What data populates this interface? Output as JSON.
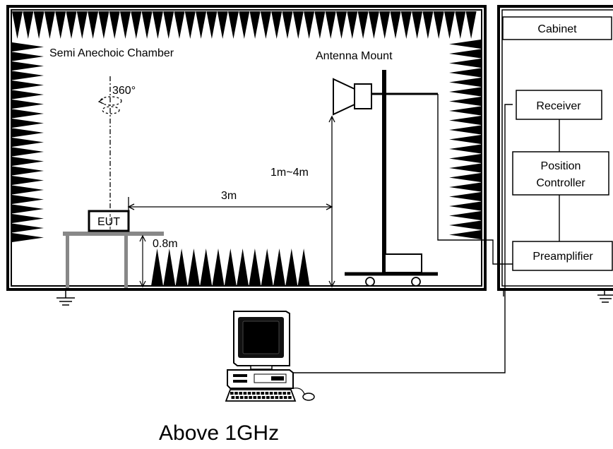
{
  "chamber": {
    "label": "Semi Anechoic Chamber"
  },
  "antenna": {
    "label": "Antenna Mount",
    "height_range": "1m~4m"
  },
  "eut": {
    "label": "EUT",
    "rotation": "360°",
    "table_height": "0.8m"
  },
  "distance": {
    "label": "3m"
  },
  "cabinet": {
    "title": "Cabinet",
    "receiver": "Receiver",
    "position_controller_line1": "Position",
    "position_controller_line2": "Controller",
    "preamplifier": "Preamplifier"
  },
  "caption": "Above 1GHz",
  "icons": [
    "ground-icon",
    "computer-icon",
    "mouse-icon",
    "keyboard-icon",
    "horn-antenna-icon"
  ]
}
